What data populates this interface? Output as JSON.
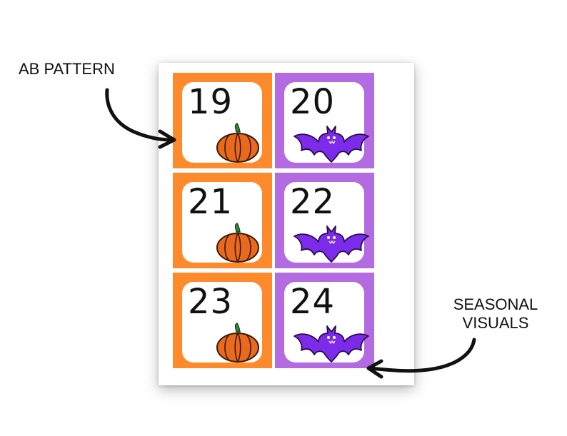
{
  "callouts": {
    "ab_pattern": "AB PATTERN",
    "seasonal_line1": "SEASONAL",
    "seasonal_line2": "VISUALS"
  },
  "colors": {
    "orange": "#FF8A2B",
    "purple": "#B26BE0",
    "bat_purple": "#7C2BEA",
    "pumpkin": "#E96A1E",
    "stem": "#2F8F2F"
  },
  "cards": [
    {
      "number": "19",
      "color": "orange",
      "icon": "pumpkin-icon"
    },
    {
      "number": "20",
      "color": "purple",
      "icon": "bat-icon"
    },
    {
      "number": "21",
      "color": "orange",
      "icon": "pumpkin-icon"
    },
    {
      "number": "22",
      "color": "purple",
      "icon": "bat-icon"
    },
    {
      "number": "23",
      "color": "orange",
      "icon": "pumpkin-icon"
    },
    {
      "number": "24",
      "color": "purple",
      "icon": "bat-icon"
    }
  ]
}
